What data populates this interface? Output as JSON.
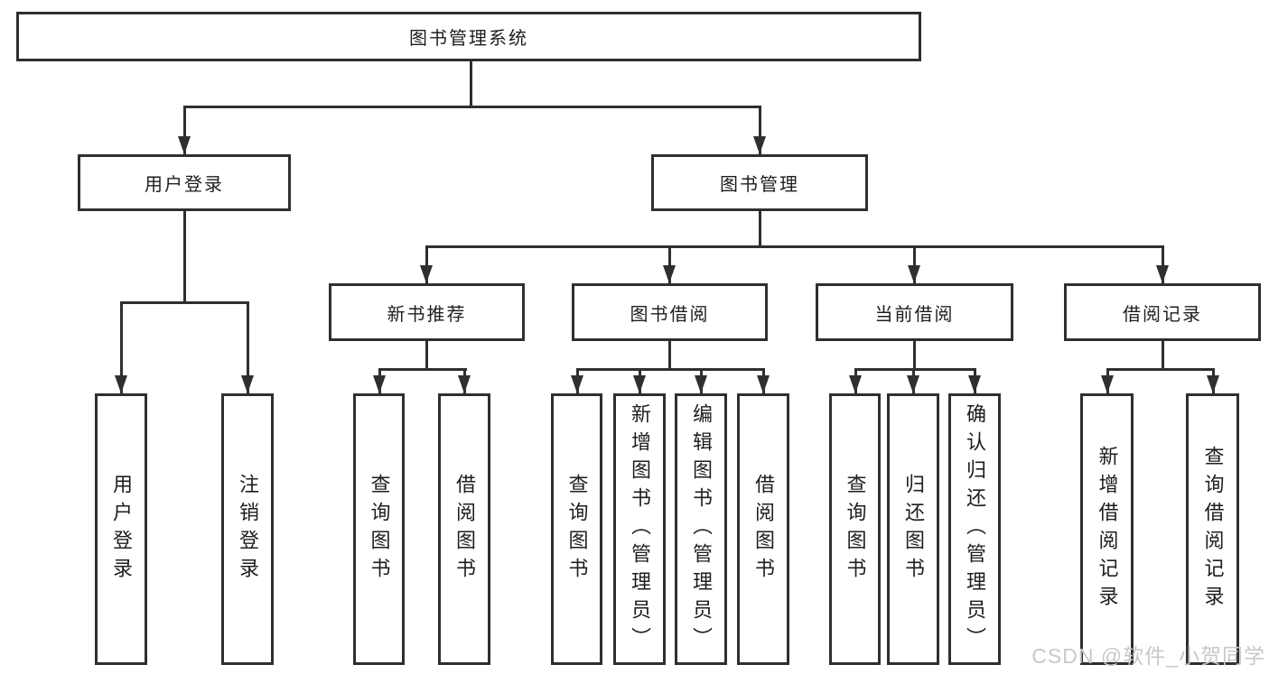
{
  "diagram": {
    "root": {
      "label": "图书管理系统"
    },
    "branches": [
      {
        "label": "用户登录",
        "children": [
          "用户登录",
          "注销登录"
        ]
      },
      {
        "label": "图书管理",
        "groups": [
          {
            "label": "新书推荐",
            "children": [
              "查询图书",
              "借阅图书"
            ]
          },
          {
            "label": "图书借阅",
            "children": [
              "查询图书",
              "新增图书（管理员）",
              "编辑图书（管理员）",
              "借阅图书"
            ]
          },
          {
            "label": "当前借阅",
            "children": [
              "查询图书",
              "归还图书",
              "确认归还（管理员）"
            ]
          },
          {
            "label": "借阅记录",
            "children": [
              "新增借阅记录",
              "查询借阅记录"
            ]
          }
        ]
      }
    ]
  },
  "watermark": {
    "text": "CSDN @软件_小贺同学"
  },
  "colors": {
    "line": "#2f2f2f",
    "text": "#1e1e1e",
    "watermark": "#c8c8c8",
    "background": "#ffffff"
  }
}
